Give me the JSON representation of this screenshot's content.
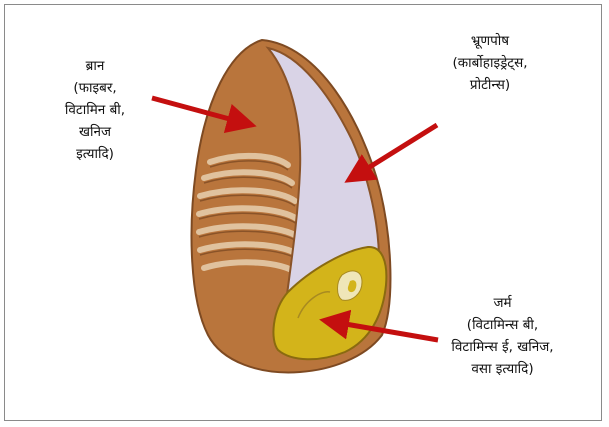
{
  "labels": {
    "bran": {
      "lines": [
        "ब्रान",
        "(फाइबर,",
        "विटामिन बी,",
        "खनिज",
        "इत्यादि)"
      ]
    },
    "endosperm": {
      "lines": [
        "भ्रूणपोष",
        "(कार्बोहाइड्रेट्स,",
        "प्रोटीन्स)"
      ]
    },
    "germ": {
      "lines": [
        "जर्म",
        "(विटामिन्स बी,",
        "विटामिन्स ई, खनिज,",
        "वसा इत्यादि)"
      ]
    }
  },
  "colors": {
    "bran": "#b9753c",
    "bran_dark": "#7e4a22",
    "endosperm": "#d9d3e6",
    "germ": "#d3b41a",
    "layers": "#e0c29e",
    "arrow": "#c40f0f"
  }
}
